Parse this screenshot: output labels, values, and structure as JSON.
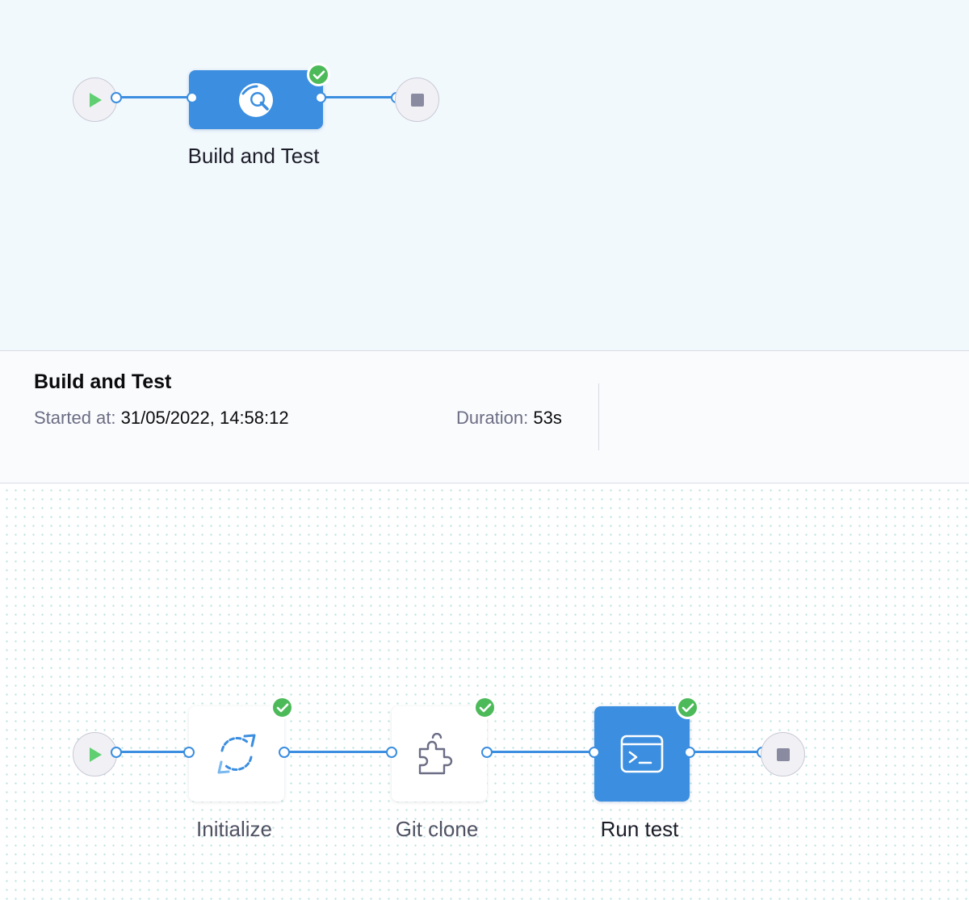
{
  "stage_graph": {
    "start_node_icon": "play-icon",
    "end_node_icon": "stop-icon",
    "stage": {
      "label": "Build and Test",
      "icon": "ci-stage-icon",
      "status": "success",
      "badge_icon": "check-icon"
    }
  },
  "stage_details": {
    "title": "Build and Test",
    "started_at_label": "Started at:",
    "started_at_value": "31/05/2022, 14:58:12",
    "duration_label": "Duration:",
    "duration_value": "53s"
  },
  "step_graph": {
    "start_node_icon": "play-icon",
    "end_node_icon": "stop-icon",
    "steps": [
      {
        "label": "Initialize",
        "icon": "refresh-icon",
        "status": "success",
        "selected": false
      },
      {
        "label": "Git clone",
        "icon": "puzzle-icon",
        "status": "success",
        "selected": false
      },
      {
        "label": "Run test",
        "icon": "terminal-icon",
        "status": "success",
        "selected": true
      }
    ]
  },
  "colors": {
    "accent": "#3b8ee0",
    "success": "#4dba5a",
    "play": "#5fcf72",
    "stop": "#8a8ba0"
  }
}
